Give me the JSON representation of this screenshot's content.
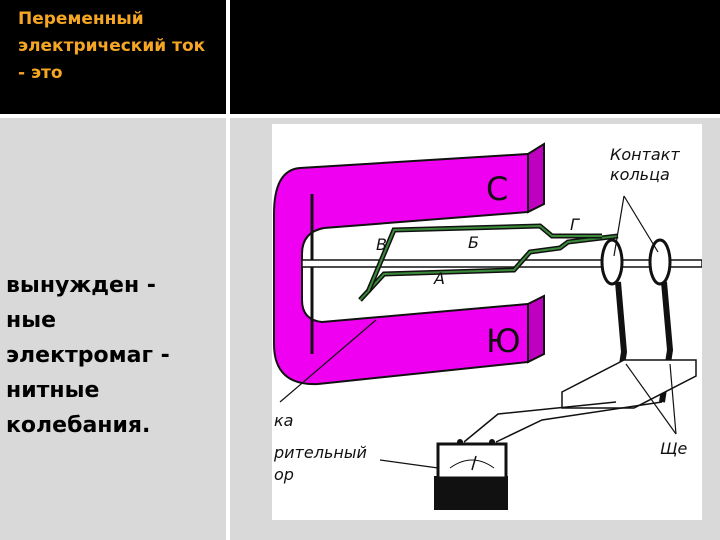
{
  "header": {
    "title": "Переменный электрический ток - это"
  },
  "content": {
    "definition": "вынужден -\nные\nэлектромаг -\nнитные\nколебания."
  },
  "figure": {
    "magnet_color": "#f000f0",
    "pole_top": "С",
    "pole_bottom": "Ю",
    "frame_labels": {
      "v": "В",
      "b": "Б",
      "g": "Г",
      "a": "А"
    },
    "contact_rings_line1": "Контакт",
    "contact_rings_line2": "кольца",
    "left_fragment": "ка",
    "meter_line1": "рительный",
    "meter_line2": "ор",
    "brushes_fragment": "Ще"
  }
}
